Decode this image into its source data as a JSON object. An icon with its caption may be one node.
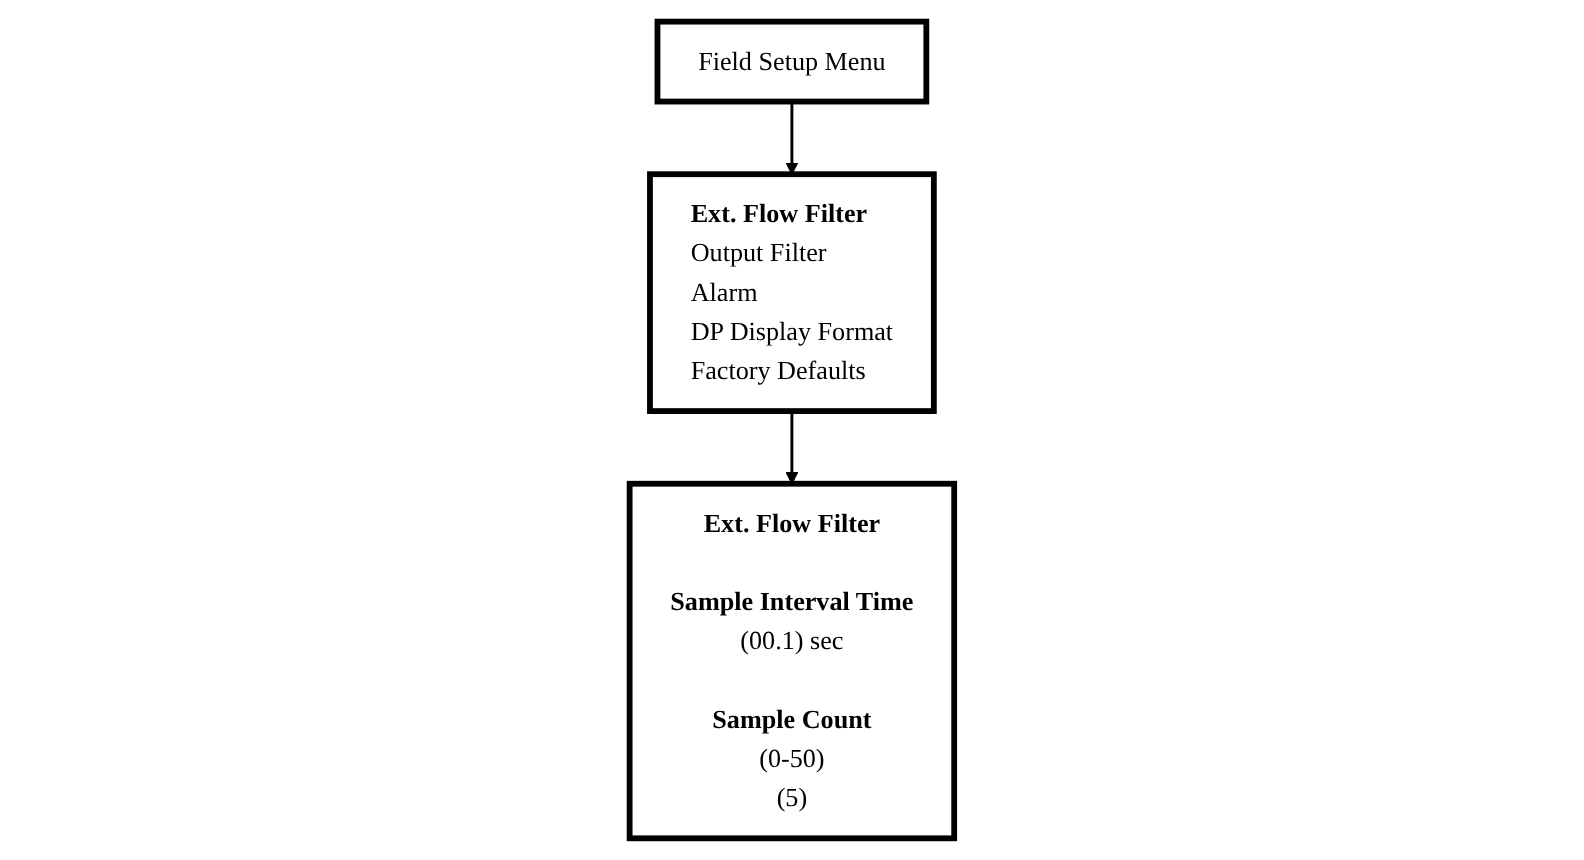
{
  "diagram": {
    "nodes": [
      {
        "text": [
          "Field Setup Menu"
        ]
      },
      {
        "text": [
          "Ext. Flow Filter",
          "Output Filter",
          "Alarm",
          "DP Display Format",
          "Factory Defaults"
        ]
      },
      {
        "text": [
          "Ext. Flow Filter",
          "Sample Interval Time",
          "(00.1) sec",
          "Sample Count",
          "(0-50)",
          "(5)"
        ]
      }
    ],
    "edges": [
      {
        "from": 0,
        "to": 1,
        "arrow": "to"
      },
      {
        "from": 1,
        "to": 2,
        "arrow": "to"
      }
    ]
  }
}
